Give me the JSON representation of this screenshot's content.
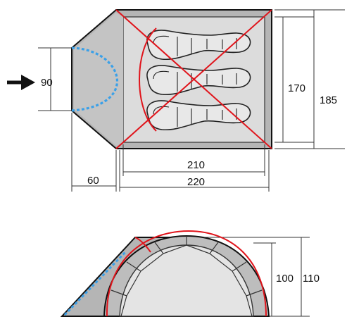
{
  "floor_plan": {
    "vestibule_depth": "60",
    "door_width": "90",
    "inner_length": "210",
    "outer_length": "220",
    "inner_width": "170",
    "outer_width": "185"
  },
  "side_view": {
    "inner_height": "100",
    "outer_height": "110"
  },
  "colors": {
    "outline": "#111111",
    "fly_fill": "#b5b5b5",
    "floor_fill": "#dcdcdc",
    "pole_red": "#e0141b",
    "door_blue": "#3aa0e8",
    "arrow": "#111111"
  },
  "icons": {
    "entrance": "arrow-right-icon",
    "sleeping_bag": "sleeping-bag-icon"
  }
}
